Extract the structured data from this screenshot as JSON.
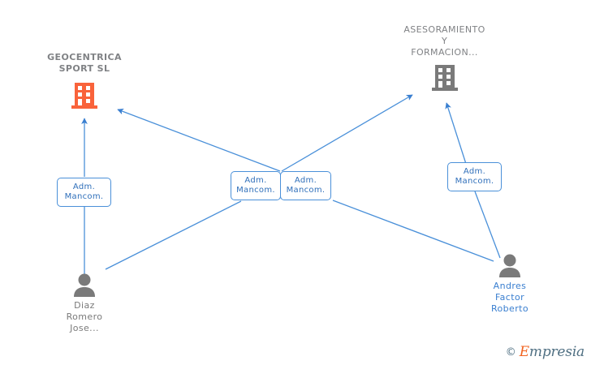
{
  "diagram": {
    "title": "Empresia company relationship graph",
    "colors": {
      "edge": "#4a90d9",
      "box_border": "#4a90d9",
      "box_text": "#2f6fba",
      "company_orange": "#f9633b",
      "company_gray": "#7a7a7a",
      "person_gray": "#7a7a7a",
      "label_gray": "#808285",
      "label_blue": "#3a7fd0",
      "background": "#ffffff"
    },
    "nodes": [
      {
        "id": "geocentrica",
        "type": "company",
        "icon": "building-icon",
        "label": "GEOCENTRICA\nSPORT  SL",
        "color": "#f9633b"
      },
      {
        "id": "asesoramiento",
        "type": "company",
        "icon": "building-icon",
        "label": "ASESORAMIENTO\nY\nFORMACION...",
        "color": "#7a7a7a"
      },
      {
        "id": "diaz-romero",
        "type": "person",
        "icon": "person-icon",
        "label": "Diaz\nRomero\nJose...",
        "color": "#7a7a7a"
      },
      {
        "id": "andres-factor",
        "type": "person",
        "icon": "person-icon",
        "label": "Andres\nFactor\nRoberto",
        "color": "#3a7fd0"
      }
    ],
    "relation_boxes": [
      {
        "id": "rel-left",
        "label": "Adm.\nMancom."
      },
      {
        "id": "rel-center-left",
        "label": "Adm.\nMancom."
      },
      {
        "id": "rel-center-right",
        "label": "Adm.\nMancom."
      },
      {
        "id": "rel-right",
        "label": "Adm.\nMancom."
      }
    ]
  },
  "watermark": {
    "copyright": "©",
    "brand_initial": "E",
    "brand_rest": "mpresia"
  }
}
